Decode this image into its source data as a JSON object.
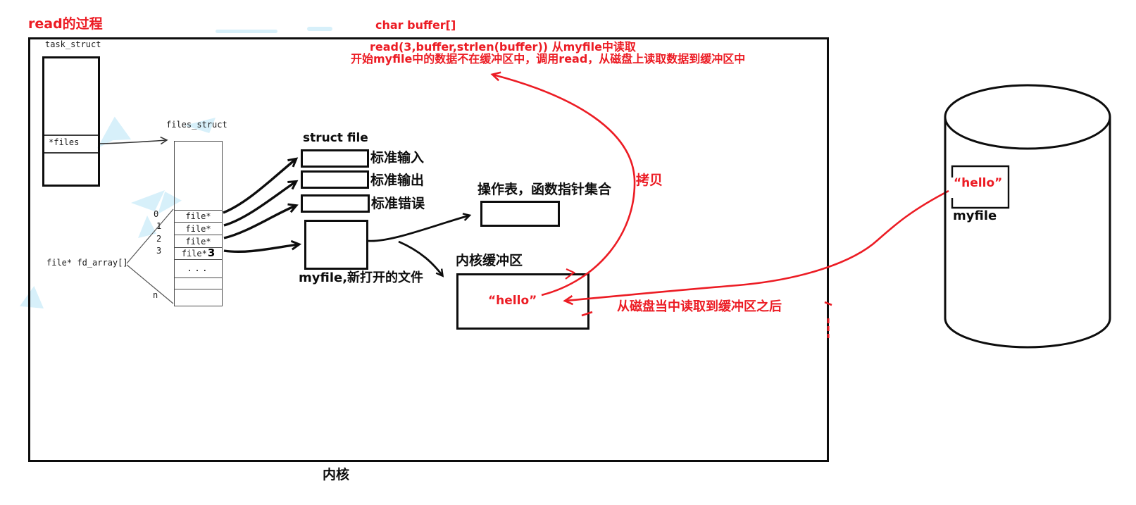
{
  "page": {
    "title_annotation": "read的过程",
    "kernel_label": "内核"
  },
  "task_struct": {
    "label": "task_struct",
    "files_pointer": "*files"
  },
  "files_struct": {
    "label": "files_struct",
    "array_label": "file* fd_array[]",
    "rows": [
      {
        "index": "0",
        "value": "file*"
      },
      {
        "index": "1",
        "value": "file*"
      },
      {
        "index": "2",
        "value": "file*"
      },
      {
        "index": "3",
        "value": "file*",
        "suffix": "3"
      }
    ],
    "ellipsis_row": "...",
    "tail_index": "n"
  },
  "struct_file": {
    "title": "struct file",
    "std_entries": [
      "标准输入",
      "标准输出",
      "标准错误"
    ],
    "myfile_caption": "myfile,新打开的文件"
  },
  "operation_table": {
    "caption": "操作表，函数指针集合"
  },
  "kernel_buffer": {
    "caption": "内核缓冲区",
    "content": "“hello”"
  },
  "disk": {
    "file_content": "“hello”",
    "file_label": "myfile"
  },
  "red_annotations": {
    "char_buffer": "char buffer[]",
    "read_call": "read(3,buffer,strlen(buffer)) 从myfile中读取",
    "read_detail": "开始myfile中的数据不在缓冲区中，调用read，从磁盘上读取数据到缓冲区中",
    "copy": "拷贝",
    "disk_to_buffer": "从磁盘当中读取到缓冲区之后"
  },
  "colors": {
    "annotation_red": "#ec1c24",
    "stroke_black": "#0d0d0d",
    "watermark_blue": "#cdecf9"
  }
}
